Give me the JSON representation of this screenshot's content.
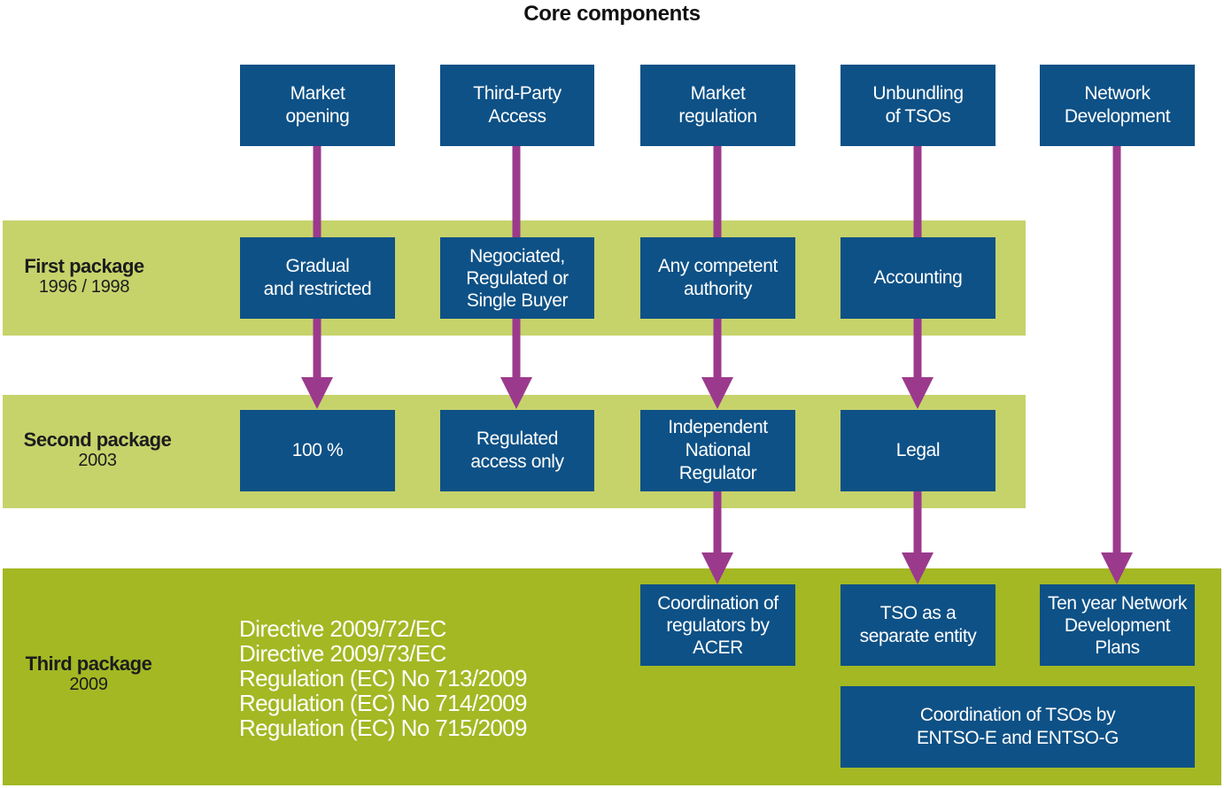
{
  "title": "Core components",
  "components": [
    {
      "id": "market",
      "label": "Market\nopening"
    },
    {
      "id": "tpa",
      "label": "Third-Party\nAccess"
    },
    {
      "id": "regulation",
      "label": "Market\nregulation"
    },
    {
      "id": "unbundling",
      "label": "Unbundling\nof TSOs"
    },
    {
      "id": "network",
      "label": "Network\nDevelopment"
    }
  ],
  "packages": [
    {
      "name": "First package",
      "years": "1996 / 1998",
      "cells": [
        "Gradual\nand restricted",
        "Negociated,\nRegulated or\nSingle Buyer",
        "Any competent\nauthority",
        "Accounting"
      ]
    },
    {
      "name": "Second package",
      "years": "2003",
      "cells": [
        "100 %",
        "Regulated\naccess only",
        "Independent\nNational Regulator",
        "Legal"
      ]
    },
    {
      "name": "Third package",
      "years": "2009",
      "cells": [
        "Coordination of\nregulators by\nACER",
        "TSO as a\nseparate entity",
        "Ten year Network\nDevelopment\nPlans"
      ],
      "extra": "Coordination of TSOs by\nENTSO-E and ENTSO-G",
      "legislation": [
        "Directive 2009/72/EC",
        "Directive 2009/73/EC",
        "Regulation (EC) No 713/2009",
        "Regulation (EC) No 714/2009",
        "Regulation (EC) No 715/2009"
      ]
    }
  ],
  "colors": {
    "box": "#0e5186",
    "arrow": "#9b3a8c",
    "band_light": "#c6d36b",
    "band_dark": "#a3b823"
  }
}
